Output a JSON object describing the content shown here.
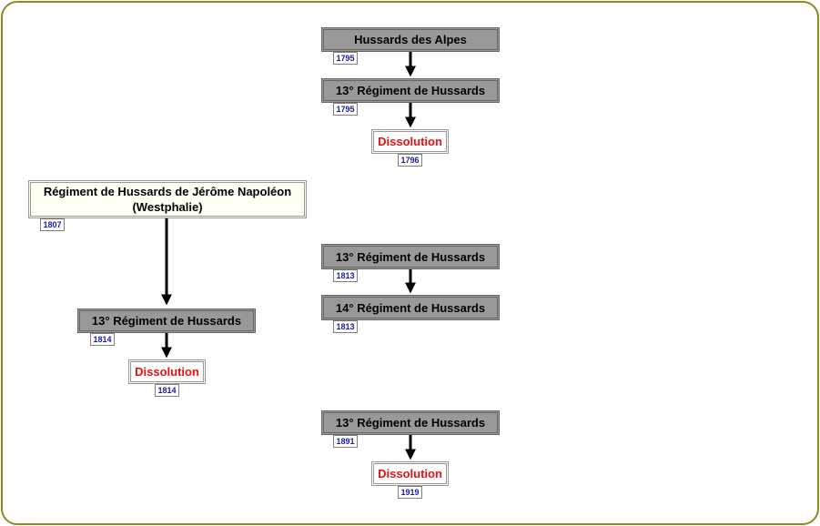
{
  "chains": [
    {
      "nodes": [
        {
          "label": "Hussards des Alpes",
          "year": "1795"
        },
        {
          "label": "13° Régiment de Hussards",
          "year": "1795"
        },
        {
          "label": "Dissolution",
          "year": "1796"
        }
      ]
    },
    {
      "nodes": [
        {
          "label": "Régiment de Hussards de Jérôme Napoléon (Westphalie)",
          "year": "1807"
        },
        {
          "label": "13° Régiment de Hussards",
          "year": "1814"
        },
        {
          "label": "Dissolution",
          "year": "1814"
        }
      ]
    },
    {
      "nodes": [
        {
          "label": "13° Régiment de Hussards",
          "year": "1813"
        },
        {
          "label": "14° Régiment de Hussards",
          "year": "1813"
        }
      ]
    },
    {
      "nodes": [
        {
          "label": "13° Régiment de Hussards",
          "year": "1891"
        },
        {
          "label": "Dissolution",
          "year": "1919"
        }
      ]
    }
  ]
}
